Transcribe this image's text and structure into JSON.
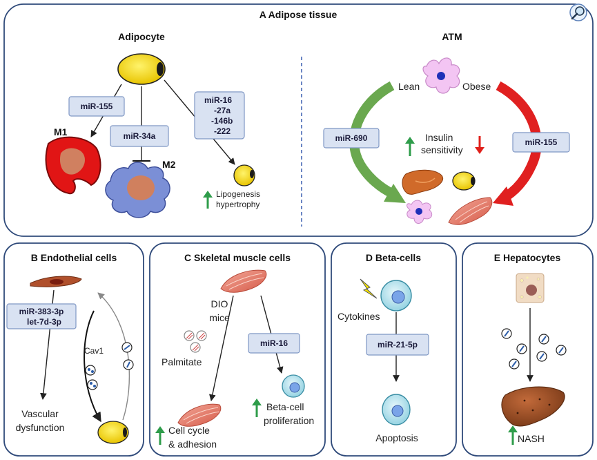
{
  "colors": {
    "panel_border": "#2f4a7a",
    "mirna_box_fill": "#d9e2f2",
    "up_arrow": "#2e9c4a",
    "down_arrow": "#e0201b",
    "lean_arrow": "#6aa84f",
    "obese_arrow": "#e02020"
  },
  "icons": {
    "magnifier": "magnifier-icon",
    "up": "up-arrow-icon",
    "down": "down-arrow-icon",
    "lightning": "lightning-icon"
  },
  "panel_a": {
    "title": "A  Adipose tissue",
    "adipocyte_label": "Adipocyte",
    "atm_label": "ATM",
    "mir155": "miR-155",
    "mir34a": "miR-34a",
    "mir16_lines": [
      "miR-16",
      "-27a",
      "-146b",
      "-222"
    ],
    "m1": "M1",
    "m2": "M2",
    "lipogenesis_line1": "Lipogenesis",
    "lipogenesis_line2": "hypertrophy",
    "lean": "Lean",
    "obese": "Obese",
    "mir690": "miR-690",
    "mir155_atm": "miR-155",
    "insulin_line1": "Insulin",
    "insulin_line2": "sensitivity"
  },
  "panel_b": {
    "title": "B  Endothelial cells",
    "mir_line1": "miR-383-3p",
    "mir_line2": "let-7d-3p",
    "cav1": "Cav1",
    "vascular_line1": "Vascular",
    "vascular_line2": "dysfunction"
  },
  "panel_c": {
    "title": "C  Skeletal muscle cells",
    "dio_line1": "DIO",
    "dio_line2": "mice",
    "palmitate": "Palmitate",
    "mir16": "miR-16",
    "cellcycle_line1": "Cell cycle",
    "cellcycle_line2": "& adhesion",
    "beta_line1": "Beta-cell",
    "beta_line2": "proliferation"
  },
  "panel_d": {
    "title": "D  Beta-cells",
    "cytokines": "Cytokines",
    "mir21": "miR-21-5p",
    "apoptosis": "Apoptosis"
  },
  "panel_e": {
    "title": "E  Hepatocytes",
    "nash": "NASH"
  }
}
